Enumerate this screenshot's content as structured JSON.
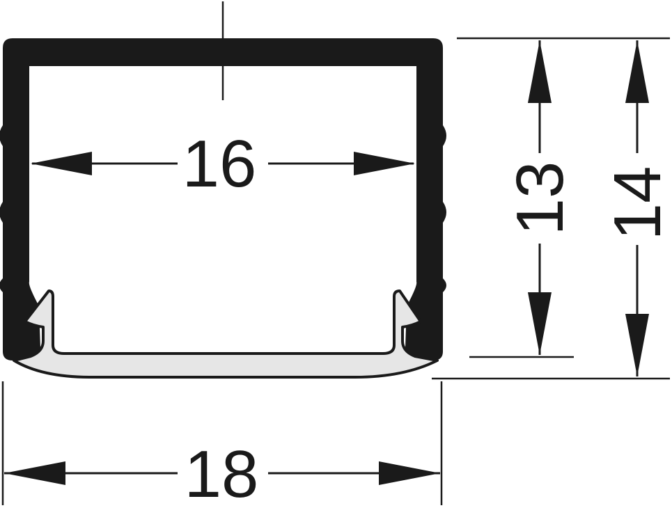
{
  "dimensions": {
    "inner_width": "16",
    "outer_width": "18",
    "inner_height": "13",
    "outer_height": "14"
  },
  "colors": {
    "profile": "#1a1a1a",
    "diffuser": "#e6e6e6",
    "lines": "#1a1a1a",
    "background": "#ffffff"
  }
}
